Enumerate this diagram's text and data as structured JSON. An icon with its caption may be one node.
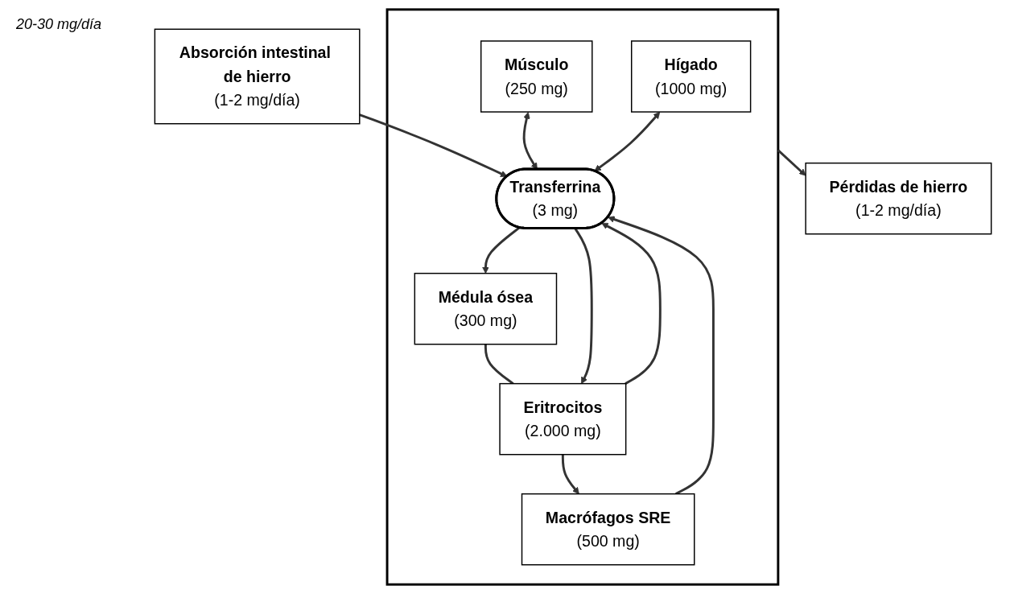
{
  "diagram": {
    "nodes": [
      {
        "text": [
          "Absorción intestinal de hierro",
          "(1-2 mg/día)"
        ]
      },
      {
        "text": [],
        "shape": "box"
      },
      {
        "text": [
          "Músculo",
          "(250 mg)"
        ],
        "in": 1
      },
      {
        "text": [
          "Médula ósea",
          "(300 mg)"
        ],
        "in": 1
      },
      {
        "text": [
          "Transferrina",
          "(3 mg)"
        ],
        "in": 1
      },
      {
        "text": [
          "Eritrocitos",
          "(2.000 mg)"
        ],
        "in": 1
      },
      {
        "text": [
          "Hígado",
          "(1000 mg)"
        ],
        "in": 1
      },
      {
        "text": [
          "Macrófagos SRE",
          "(500 mg)"
        ],
        "in": 1
      },
      {
        "text": [
          "Pérdidas de hierro",
          "(1-2 mg/día)"
        ]
      }
    ],
    "edges": [
      {
        "from": 0,
        "to": 4,
        "arrow": "to"
      },
      {
        "from": 2,
        "to": 4,
        "arrow": "both"
      },
      {
        "from": 6,
        "to": 4,
        "arrow": "both"
      },
      {
        "from": 4,
        "to": 3,
        "arrow": "to"
      },
      {
        "from": 3,
        "to": 5,
        "arrow": "none"
      },
      {
        "from": 5,
        "to": 7,
        "arrow": "to"
      },
      {
        "from": 7,
        "to": 4,
        "arrow": "to"
      },
      {
        "from": 4,
        "to": 5,
        "arrow": "to"
      },
      {
        "from": 5,
        "to": 4,
        "arrow": "to"
      },
      {
        "from": 1,
        "to": 8,
        "arrow": "to"
      }
    ],
    "labels": [
      "20-30 mg/día"
    ]
  }
}
